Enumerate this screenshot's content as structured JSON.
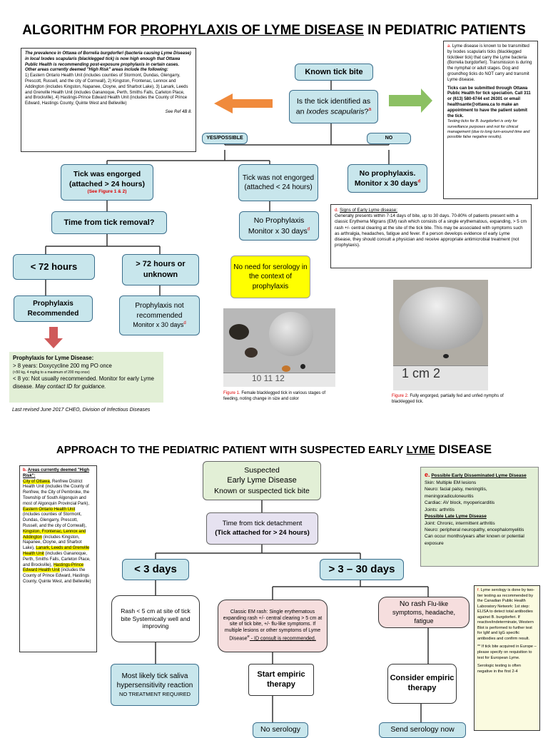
{
  "top": {
    "title_a": "ALGORITHM FOR ",
    "title_b": "PROPHYLAXIS OF LYME DISEASE",
    "title_c": " IN PEDIATRIC PATIENTS",
    "prevalence_note": {
      "p1": "The prevalence in Ottawa of Borrelia burgdorferi (bacteria causing Lyme Disease) in local Ixodes scapularis (blacklegged tick) is now high enough that Ottawa Public Health is recommending post-exposure prophylaxis in certain cases.",
      "p2": "Other areas currently deemed \"High Risk\" areas include the following:",
      "p3": "1) Eastern Ontario Health Unit (includes counties of Stormont, Dundas, Glengarry, Prescott, Russell, and the city of Cornwall), 2) Kingston, Frontenac, Lennox and Addington (includes Kingston, Napanee, Cloyne, and Sharbot Lake), 3) Lanark, Leeds and Grenville Health Unit (includes Gananoque, Perth, Smiths Falls, Carleton Place, and Brockville), 4) Hastings-Prince Edward Health Unit (includes the County of Prince Edward, Hastings County, Quinte West and Belleville)",
      "ref": "See Ref 4B 8."
    },
    "known_tick_bite": "Known tick bite",
    "identified_q1": "Is the tick identified as",
    "identified_q2": "an ",
    "identified_q3": "Ixodes scapularis",
    "identified_q4": "?",
    "sup_a": "a",
    "yes": "YES/POSSIBLE",
    "no": "NO",
    "engorged_1": "Tick was engorged",
    "engorged_2": "(attached > 24 hours)",
    "engorged_fig": "(See Figure 1 & 2)",
    "not_engorged": "Tick was not engorged (attached < 24 hours)",
    "no_proph_a": "No prophylaxis.",
    "no_proph_b": "Monitor x 30 days",
    "sup_d": "d",
    "no_proph2_a": "No Prophylaxis",
    "no_proph2_b": "Monitor x 30 days",
    "time_removal": "Time from tick removal?",
    "lt72": "< 72 hours",
    "gt72": "> 72 hours or unknown",
    "proph_rec": "Prophylaxis Recommended",
    "proph_not_a": "Prophylaxis not recommended",
    "proph_not_b": "Monitor x 30 days",
    "no_serology": "No need for serology in the context of prophylaxis",
    "lyme_note_a": {
      "label": "a.",
      "p1": "Lyme disease is known to be transmitted by Ixodes scapularis ticks (blacklegged tick/deer tick) that carry the Lyme bacteria (Borrelia burgdorferi). Transmission is during the nymphal or adult stages. Dog and groundhog ticks do NOT carry and transmit Lyme disease.",
      "p2": "Ticks can be submitted through Ottawa Public Health for tick speciation. Call 311 or (613) 580-6744 ext 26301 or email healthsante@ottawa.ca to make an appointment to have the patient submit the tick.",
      "p3": "Testing ticks for B. burgdorferi is only for surveillance purposes and not for clinical management (due to long turn-around time and possible false negative results)."
    },
    "early_signs": {
      "label": "d.",
      "heading": "Signs of Early Lyme disease:",
      "body": "Generally presents within 7-14 days of bite, up to 30 days. 70-80% of patients present with a classic Erythema Migrans (EM) rash which consists of a single erythematous, expanding, > 5 cm rash +/- central clearing at the site of the tick bite. This may be associated with symptoms such as arthralgia, headaches, fatigue and fever. If a person develops evidence of early Lyme disease, they should consult a physician and receive appropriate antimicrobial treatment (not prophylaxis)."
    },
    "proph_for": {
      "heading": "Prophylaxis for Lyme Disease:",
      "l1": "> 8 years: Doxycycline 200 mg PO once",
      "l2": "(<50 kg, 4 mg/kg to a maximum of 200 mg once)",
      "l3a": "< 8 yo: Not usually recommended.  Monitor for early Lyme disease. ",
      "l3b": "May contact ID for guidance."
    },
    "revised": "Last revised June 2017 CHEO, Division of Infectious Diseases",
    "fig1_label": "Figure 1.",
    "fig1_text": " Female blacklegged tick in various stages of feeding, noting change in size and color",
    "fig2_label": "Figure 2.",
    "fig2_text": " Fully engorged, partially fed and unfed nymphs of blacklegged tick.",
    "ruler1": "10  11  12",
    "ruler2": "1  cm  2"
  },
  "bottom": {
    "title_a": "APPROACH TO THE PEDIATRIC PATIENT WITH SUSPECTED EARLY ",
    "title_b": "LYME",
    "title_c": " DISEASE",
    "suspected_a": "Suspected",
    "suspected_b": "Early Lyme Disease",
    "suspected_c": "Known or suspected tick bite",
    "time_det_a": "Time from tick detachment",
    "time_det_b": "(Tick attached for > 24 hours)",
    "lt3": "< 3 days",
    "gt3": "> 3 – 30 days",
    "rash_small": "Rash < 5 cm at site of tick bite Systemically well and improving",
    "em_rash_a": "Classic EM rash: Single erythematous expanding rash +/- central clearing > 5 cm at site of tick bite, +/- flu-like symptoms. If multiple lesions or other symptoms of Lyme Disease",
    "em_rash_sup": "e",
    "em_rash_b": " - ID consult is recommended.",
    "no_rash_a": "No rash",
    "no_rash_b": " Flu-like symptoms, headache, fatigue",
    "hypersens_a": "Most likely tick saliva hypersensitivity reaction",
    "hypersens_b": "NO TREATMENT REQUIRED",
    "start_empiric": "Start empiric therapy",
    "consider_empiric": "Consider empiric therapy",
    "no_serology": "No serology",
    "send_serology": "Send serology now",
    "areas_note": {
      "heading_label": "b.",
      "heading": "Areas currently deemed \"High Risk\":",
      "ottawa": "City of Ottawa",
      "t1": ", Renfrew District Health Unit (includes the County of Renfrew, the City of Pembroke, the Township of South Algonquin and most of Algonquin Provincial Park), ",
      "eastern": "Eastern Ontario Health Unit",
      "t2": " (includes counties of Stormont, Dundas, Glengarry, Prescott, Russell, and the city of Cornwall), ",
      "kingston": "Kingston, Frontenac, Lennox and Addington",
      "t3": " (includes Kingston, Napanee, Cloyne, and Sharbot Lake), ",
      "lanark": "Lanark, Leeds and Grenville Health Unit",
      "t4": " (includes Gananoque, Perth, Smiths Falls, Carleton Place, and Brockville), ",
      "hastings": "Hastings-Prince Edward Health Unit",
      "t5": " (includes the County of Prince Edward, Hastings County, Quinte West, and Belleville)"
    },
    "disseminated": {
      "label": "e.",
      "heading": "Possible Early Disseminated Lyme Disease",
      "skin": "Skin: Multiple EM lesions",
      "neuro": "Neuro: facial palsy, meningitis, meningoradiculoneuritis",
      "cardiac": "Cardiac: AV block, myopericarditis",
      "joints": "Joints: arthritis",
      "late_heading": "Possible Late Lyme Disease",
      "joint": "Joint: Chronic, intermittent arthritis",
      "neuro2": "Neuro: peripheral neuropathy, encephalomyelitis",
      "occur": "Can occur months/years after known or potential exposure"
    },
    "serology_note": {
      "label": "f.",
      "p1": "Lyme serology is done by two-tier testing as recommended by the Canadian Public Health Laboratory Network: 1st step: ELISA to detect total antibodies against B. burgdorferi. If reactive/indeterminate, Western Blot is performed to further test for IgM and IgG specific antibodies and confirm result.",
      "p2": "** If tick bite acquired in Europe – please specify on requisition to test for European Lyme.",
      "p3": "Serologic testing is often negative in the first 2-4"
    }
  },
  "colors": {
    "box_fill": "#c8e6ec",
    "box_border": "#3b6e8c",
    "arrow_orange": "#f08a3c",
    "arrow_green": "#8cc063",
    "highlight_yellow": "#ffff00",
    "green_box": "#e2efd6",
    "lavender": "#e6e2f0",
    "pink": "#f6dede",
    "red": "#d00000"
  }
}
